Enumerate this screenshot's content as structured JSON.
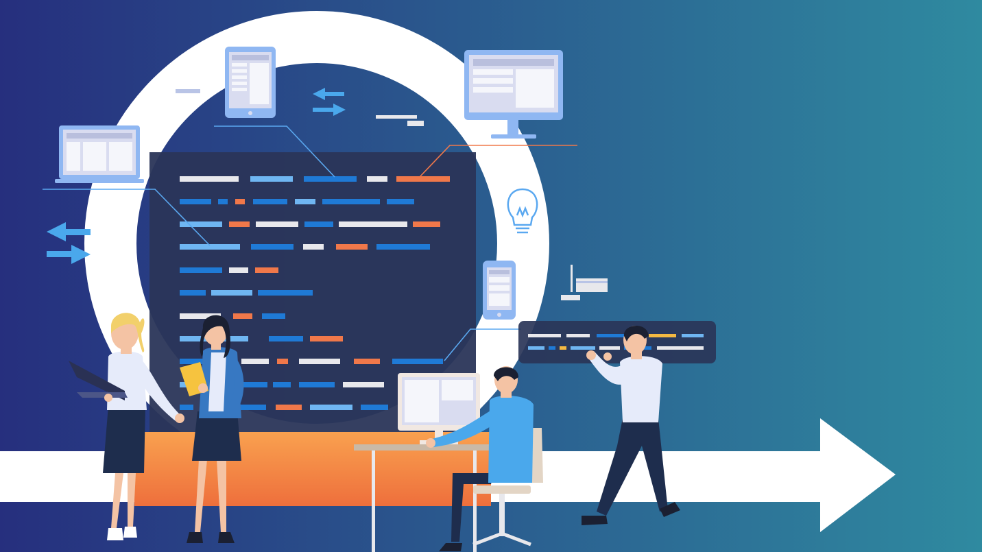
{
  "colors": {
    "bg_start": "#262f7e",
    "bg_end": "#2f8aa0",
    "ring": "#ffffff",
    "code_panel": "#2a3558",
    "code_blue": "#1f7ad6",
    "code_light_blue": "#6fb6f2",
    "code_white": "#e8e8ec",
    "code_orange": "#f0784a",
    "accent_yellow": "#f4b942",
    "device_frame": "#8fb7f2",
    "device_screen": "#d9dcf0",
    "floor_orange": "#f6924a",
    "skin": "#f4c3a4",
    "navy": "#1e2d4d",
    "shirt_light": "#e6ebfa",
    "shirt_blue": "#4aa8ec"
  },
  "icons": [
    "laptop-icon",
    "tablet-icon",
    "desktop-monitor-icon",
    "smartphone-icon",
    "lightbulb-icon",
    "swap-arrows-icon",
    "bar-chart-icon",
    "progress-arrow-icon"
  ],
  "people": [
    "woman-with-laptop",
    "woman-with-clipboard",
    "man-at-desk",
    "man-walking"
  ]
}
